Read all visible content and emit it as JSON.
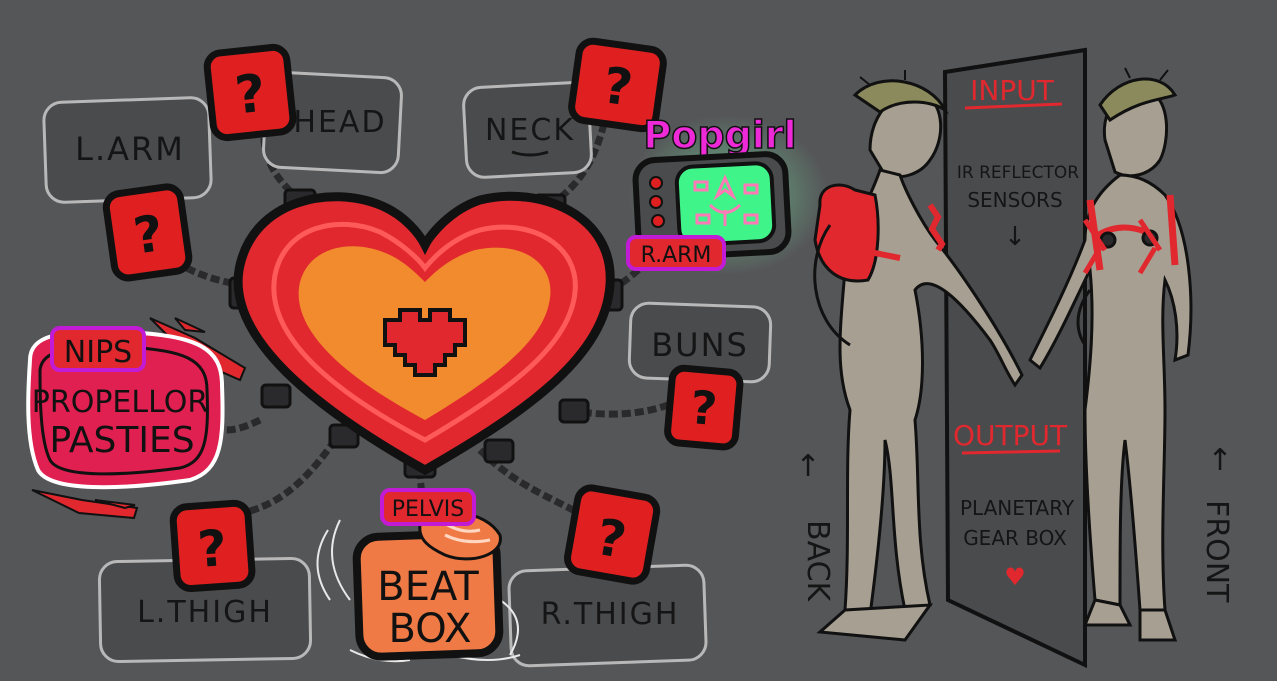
{
  "colors": {
    "background": "#555658",
    "heart_red": "#e0282e",
    "heart_orange": "#f28a2e",
    "module_red": "#e02020",
    "slot_gray": "#4a4b4d",
    "label_magenta": "#c21bd6",
    "screen_green": "#3ff58a",
    "beatbox_orange": "#f07a45",
    "figure_skin": "#a79f91",
    "figure_hair": "#8a8a5c",
    "text_dark": "#151515",
    "text_red": "#e0282e"
  },
  "slots": {
    "larm": "L.ARM",
    "head": "HEAD",
    "neck": "NECK",
    "buns": "BUNS",
    "lthigh": "L.THIGH",
    "rthigh": "R.THIGH"
  },
  "modules": {
    "unknown_mark": "?",
    "popgirl_title": "Popgirl",
    "popgirl_tag": "R.ARM",
    "nips_tag": "NIPS",
    "nips_line1": "PROPELLOR",
    "nips_line2": "PASTIES",
    "pelvis_tag": "PELVIS",
    "beatbox_line1": "BEAT",
    "beatbox_line2": "BOX"
  },
  "panel": {
    "input_title": "INPUT",
    "input_line1": "IR REFLECTOR",
    "input_line2": "SENSORS",
    "arrow_down": "↓",
    "output_title": "OUTPUT",
    "output_line1": "PLANETARY",
    "output_line2": "GEAR BOX",
    "heart": "♥"
  },
  "labels": {
    "back": "BACK",
    "front": "FRONT",
    "arrow_up": "↑"
  }
}
